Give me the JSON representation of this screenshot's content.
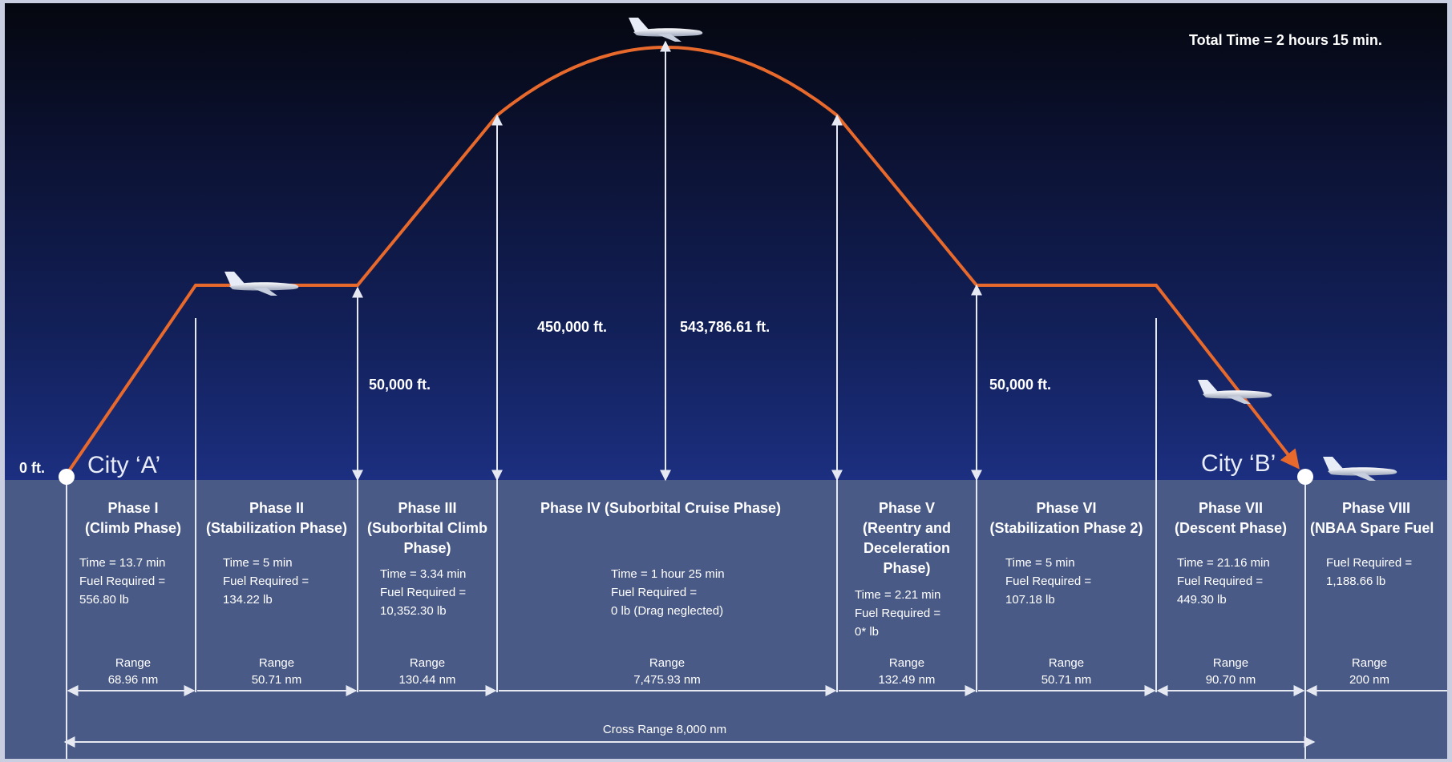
{
  "total_time": "Total Time = 2 hours 15 min.",
  "zero_label": "0 ft.",
  "city_a": "City ‘A’",
  "city_b": "City ‘B’",
  "altitudes": {
    "stabilization_1": "50,000 ft.",
    "suborbital": "450,000 ft.",
    "apex": "543,786.61 ft.",
    "stabilization_2": "50,000 ft."
  },
  "phases": [
    {
      "title": [
        "Phase I",
        "(Climb Phase)"
      ],
      "details": [
        "Time = 13.7 min",
        "Fuel Required =",
        "556.80 lb"
      ],
      "range": [
        "Range",
        "68.96 nm"
      ]
    },
    {
      "title": [
        "Phase II",
        "(Stabilization Phase)"
      ],
      "details": [
        "Time = 5 min",
        "Fuel Required =",
        "134.22 lb"
      ],
      "range": [
        "Range",
        "50.71 nm"
      ]
    },
    {
      "title": [
        "Phase III",
        "(Suborbital Climb",
        "Phase)"
      ],
      "details": [
        "Time = 3.34 min",
        "Fuel Required =",
        "10,352.30 lb"
      ],
      "range": [
        "Range",
        "130.44 nm"
      ]
    },
    {
      "title": [
        "Phase IV (Suborbital Cruise Phase)"
      ],
      "details": [
        "Time = 1 hour 25 min",
        "Fuel Required =",
        "0 lb (Drag neglected)"
      ],
      "range": [
        "Range",
        "7,475.93 nm"
      ]
    },
    {
      "title": [
        "Phase V",
        "(Reentry and",
        "Deceleration",
        "Phase)"
      ],
      "details": [
        "Time = 2.21 min",
        "Fuel Required =",
        "0* lb"
      ],
      "range": [
        "Range",
        "132.49 nm"
      ]
    },
    {
      "title": [
        "Phase VI",
        "(Stabilization Phase 2)"
      ],
      "details": [
        "Time = 5 min",
        "Fuel Required =",
        "107.18 lb"
      ],
      "range": [
        "Range",
        "50.71 nm"
      ]
    },
    {
      "title": [
        "Phase VII",
        "(Descent Phase)"
      ],
      "details": [
        "Time = 21.16 min",
        "Fuel Required =",
        "449.30 lb"
      ],
      "range": [
        "Range",
        "90.70 nm"
      ]
    },
    {
      "title": [
        "Phase VIII",
        "(NBAA Spare Fuel"
      ],
      "details": [
        "Fuel Required =",
        "1,188.66 lb"
      ],
      "range": [
        "Range",
        "200 nm"
      ]
    }
  ],
  "cross_range": "Cross Range 8,000 nm",
  "colors": {
    "flight_path": "#e8692c",
    "ground_band": "#4a5a86",
    "arrows": "#e6e9f2"
  }
}
